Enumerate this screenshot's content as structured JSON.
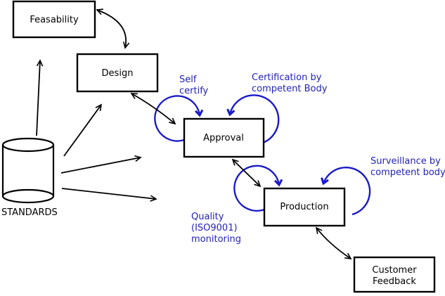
{
  "diagram": {
    "nodes": {
      "feasability": {
        "label": "Feasability"
      },
      "design": {
        "label": "Design"
      },
      "approval": {
        "label": "Approval"
      },
      "production": {
        "label": "Production"
      },
      "customer_feedback": {
        "lines": [
          "Customer",
          "Feedback"
        ]
      },
      "standards": {
        "label": "STANDARDS"
      }
    },
    "annotations": {
      "self_certify": {
        "lines": [
          "Self",
          "certify"
        ]
      },
      "certification": {
        "lines": [
          "Certification by",
          "competent Body"
        ]
      },
      "surveillance": {
        "lines": [
          "Surveillance by",
          "competent body"
        ]
      },
      "quality_monitoring": {
        "lines": [
          "Quality",
          "(ISO9001)",
          "monitoring"
        ]
      }
    },
    "colors": {
      "annotation_blue": "#2222b8",
      "loop_blue": "#1a1ac8",
      "line_black": "#000000",
      "box_fill": "#ffffff",
      "background": "#ffffff"
    }
  }
}
